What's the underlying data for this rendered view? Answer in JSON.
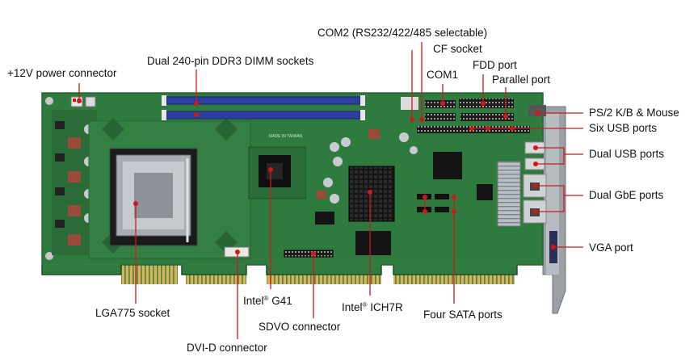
{
  "labels": {
    "power": "+12V power connector",
    "dimm": "Dual 240-pin DDR3 DIMM sockets",
    "com2": "COM2 (RS232/422/485 selectable)",
    "cf": "CF socket",
    "fdd": "FDD port",
    "com1": "COM1",
    "parallel": "Parallel port",
    "ps2": "PS/2 K/B & Mouse",
    "six_usb": "Six USB ports",
    "dual_usb": "Dual USB ports",
    "dual_gbe": "Dual GbE ports",
    "vga": "VGA port",
    "lga": "LGA775 socket",
    "g41_prefix": "Intel",
    "g41_reg": "®",
    "g41_suffix": " G41",
    "ich_prefix": "Intel",
    "ich_reg": "®",
    "ich_suffix": " ICH7R",
    "sata": "Four SATA ports",
    "sdvo": "SDVO connector",
    "dvid": "DVI-D connector"
  },
  "board_markings": {
    "made_in": "MADE IN TAIWAN"
  },
  "colors": {
    "pcb": "#2f7a3e",
    "pcb_dark": "#1f5a2c",
    "dimm_slot": "#2c3fa0",
    "heatsink": "#1a1a1a",
    "gold": "#c9a24a",
    "leader": "#d01818",
    "bracket": "#8a8f96"
  }
}
